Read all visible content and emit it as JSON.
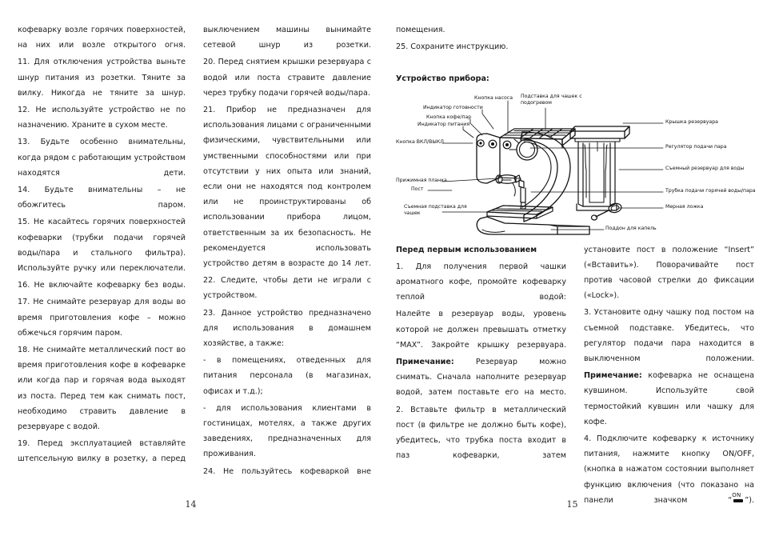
{
  "document": {
    "language": "ru",
    "left_page_number": "14",
    "right_page_number": "15"
  },
  "left_page": {
    "column1": {
      "paragraphs": [
        "кофеварку возле горячих поверхностей, на них или возле открытого огня.",
        "11. Для отключения устройства выньте шнур питания из розетки. Тяните за вилку. Никогда не тяните за шнур.",
        "12. Не используйте устройство не по назначению. Храните в сухом месте.",
        "13. Будьте особенно внимательны, когда рядом с работающим устройством находятся дети.",
        "14. Будьте внимательны – не обожгитесь паром.",
        "15. Не касайтесь горячих поверхностей кофеварки (трубки подачи горячей воды/пара и стального фильтра). Используйте ручку или переключатели.",
        "16. Не включайте кофеварку без воды.",
        "17. Не снимайте резервуар для воды во время приготовления кофе – можно обжечься горячим паром.",
        "18. Не снимайте металлический пост во время приготовления кофе в кофеварке или когда пар и горячая вода выходят из поста. Перед тем как снимать пост, необходимо стравить давление в резервуаре с водой.",
        "19. Перед эксплуатацией вставляйте штепсельную вилку в розетку, а перед"
      ]
    },
    "column2": {
      "paragraphs": [
        "выключением машины вынимайте сетевой шнур из розетки.",
        "20. Перед снятием крышки резервуара с водой или поста стравите давление через трубку подачи горячей воды/пара.",
        "21. Прибор не предназначен для использования лицами с ограниченными физическими, чувствительными или умственными способностями или при отсутствии у них опыта или знаний, если они не находятся под контролем или не проинструктированы об использовании прибора лицом, ответственным за их безопасность. Не рекомендуется использовать устройство детям в возрасте до 14 лет.",
        "22. Следите, чтобы дети не играли с устройством.",
        "23. Данное устройство предназначено для использования в домашнем хозяйстве, а также:",
        "- в помещениях, отведенных для питания персонала (в магазинах, офисах и т.д.);",
        "- для использования клиентами в гостиницах, мотелях, а также других заведениях, предназначенных для проживания.",
        "24. Не пользуйтесь кофеваркой вне"
      ]
    }
  },
  "right_page": {
    "intro": {
      "paragraphs": [
        "помещения.",
        "25. Сохраните инструкцию."
      ],
      "heading": "Устройство прибора:"
    },
    "figure": {
      "alt_name": "coffee-machine-diagram",
      "labels": [
        {
          "id": "pump-button",
          "text": "Кнопка насоса"
        },
        {
          "id": "ready-indicator",
          "text": "Индикатор готовности"
        },
        {
          "id": "coffee-steam-button",
          "text": "Кнопка кофе/пар"
        },
        {
          "id": "power-indicator",
          "text": "Индикатор питания"
        },
        {
          "id": "on-off-button",
          "text": "Кнопка ВКЛ/ВЫКЛ"
        },
        {
          "id": "press-bar",
          "text": "Прижимная планка"
        },
        {
          "id": "post",
          "text": "Пост"
        },
        {
          "id": "removable-cup-stand",
          "text": "Съемная подставка для чашек"
        },
        {
          "id": "warming-cup-tray",
          "text": "Подставка для чашек с подогревом"
        },
        {
          "id": "tank-lid",
          "text": "Крышка резервуара"
        },
        {
          "id": "steam-regulator",
          "text": "Регулятор подачи пара"
        },
        {
          "id": "removable-tank",
          "text": "Съемный резервуар для воды"
        },
        {
          "id": "hot-water-steam-tube",
          "text": "Трубка подачи горячей воды/пара"
        },
        {
          "id": "measuring-spoon",
          "text": "Мерная ложка"
        },
        {
          "id": "drip-tray",
          "text": "Поддон для капель"
        }
      ]
    },
    "column3": {
      "heading": "Перед первым использованием",
      "paragraphs": [
        "1. Для получения первой чашки ароматного кофе, промойте кофеварку теплой водой:",
        "Налейте в резервуар воды, уровень которой не должен превышать отметку “MAX”. Закройте крышку резервуара."
      ],
      "note_label": "Примечание:",
      "note_text": " Резервуар можно снимать. Сначала наполните резервуар водой, затем поставьте его на место.",
      "paragraphs_after": [
        "2. Вставьте фильтр в металлический пост (в фильтре не должно быть кофе), убедитесь, что трубка поста входит в паз кофеварки, затем"
      ]
    },
    "column4": {
      "paragraphs": [
        "установите пост в положение “Insert” («Вставить»). Поворачивайте пост против часовой стрелки до фиксации («Lock»).",
        "3. Установите одну чашку под постом на съемной подставке. Убедитесь, что регулятор подачи пара находится в выключенном положении."
      ],
      "note_label": "Примечание:",
      "note_text": " кофеварка не оснащена кувшином. Используйте свой термостойкий кувшин или чашку для кофе.",
      "paragraphs_after_prefix": "4. Подключите кофеварку к источнику питания, нажмите кнопку ON/OFF, (кнопка в нажатом состоянии выполняет функцию включения (что показано на панели значком “",
      "on_symbol_text": "ON",
      "paragraphs_after_suffix": "”)."
    }
  }
}
